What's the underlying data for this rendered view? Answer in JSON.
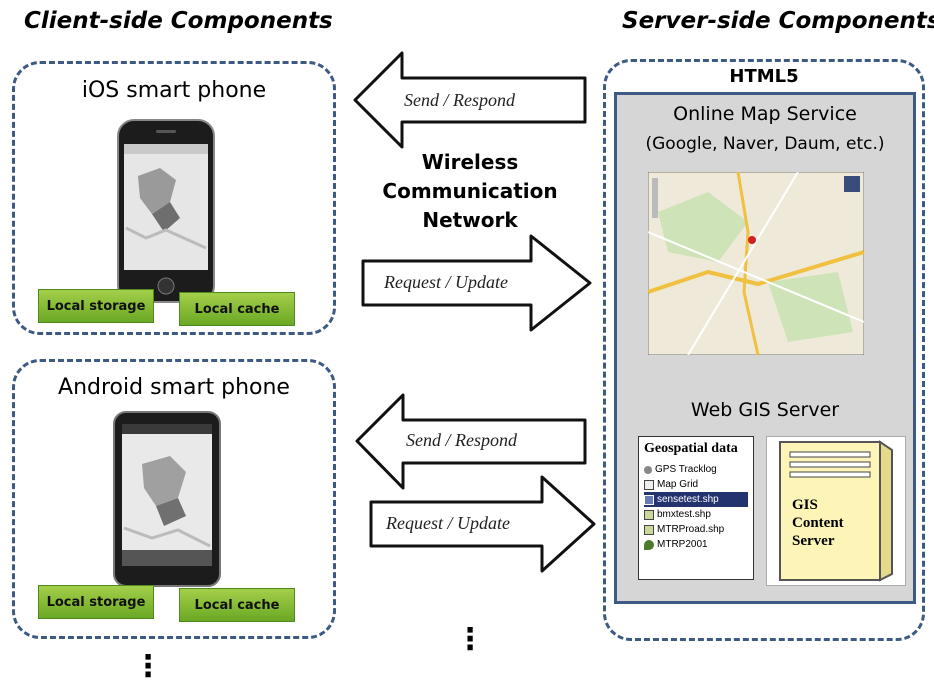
{
  "headings": {
    "client": "Client-side Components",
    "server": "Server-side Components"
  },
  "ios": {
    "title": "iOS smart phone",
    "local_storage": "Local storage",
    "local_cache": "Local cache"
  },
  "android": {
    "title": "Android smart phone",
    "local_storage": "Local storage",
    "local_cache": "Local cache"
  },
  "network": {
    "line1": "Wireless",
    "line2": "Communication",
    "line3": "Network",
    "send_respond_top": "Send / Respond",
    "request_update_top": "Request / Update",
    "send_respond_bottom": "Send / Respond",
    "request_update_bottom": "Request / Update"
  },
  "server": {
    "html5": "HTML5",
    "map_service": "Online Map Service",
    "map_providers": "(Google, Naver, Daum, etc.)",
    "web_gis": "Web GIS Server",
    "geospatial": {
      "title": "Geospatial data",
      "items": [
        "GPS Tracklog",
        "Map Grid",
        "sensetest.shp",
        "bmxtest.shp",
        "MTRProad.shp",
        "MTRP2001"
      ]
    },
    "gis_content": {
      "line1": "GIS",
      "line2": "Content",
      "line3": "Server"
    }
  },
  "ellipsis": "⋮"
}
